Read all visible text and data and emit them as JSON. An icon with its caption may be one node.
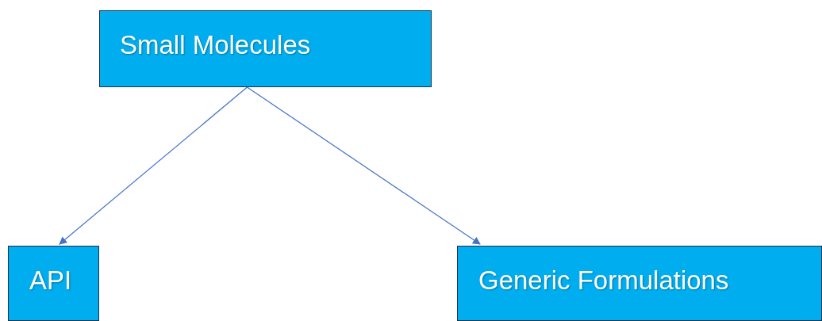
{
  "diagram": {
    "nodes": [
      {
        "text": [
          "Small Molecules"
        ]
      },
      {
        "text": [
          "API"
        ]
      },
      {
        "text": [
          "Generic Formulations"
        ]
      }
    ],
    "edges": [
      {
        "from": 0,
        "to": 1,
        "arrow": "to"
      },
      {
        "from": 0,
        "to": 2,
        "arrow": "to"
      }
    ]
  }
}
